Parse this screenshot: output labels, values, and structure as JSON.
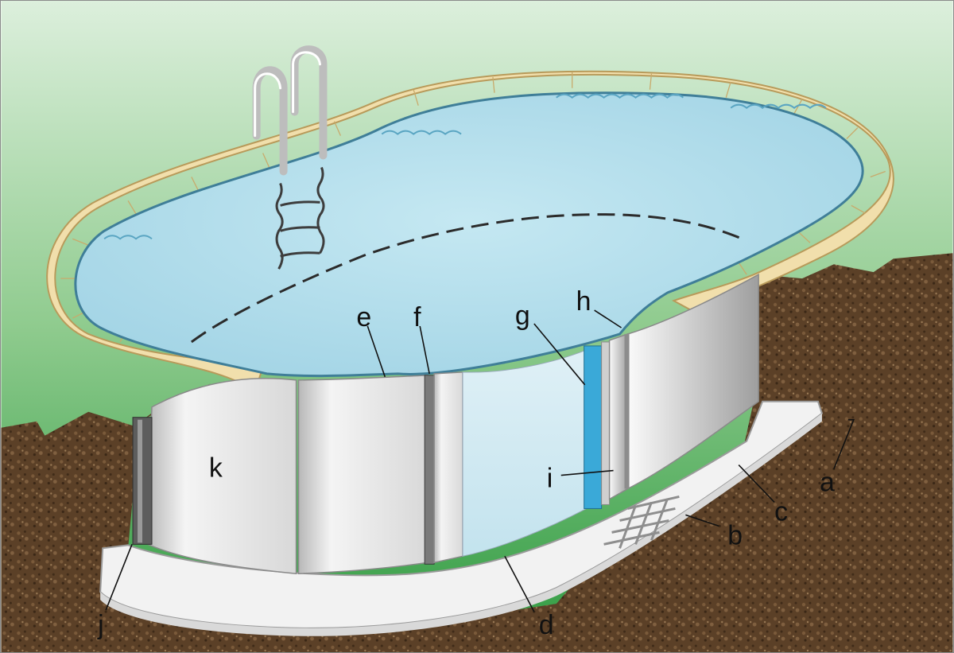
{
  "colors": {
    "grass_top": "#d6ead6",
    "grass_bottom": "#2f9a42",
    "soil": "#5a3f24",
    "water": "#acd9e8",
    "coping": "#f1dfac",
    "wall": "#e6e6e6",
    "concrete": "#f3f3f3",
    "blue_strip": "#3aa9d8"
  },
  "labels": {
    "a": "a",
    "b": "b",
    "c": "c",
    "d": "d",
    "e": "e",
    "f": "f",
    "g": "g",
    "h": "h",
    "i": "i",
    "j": "j",
    "k": "k"
  }
}
